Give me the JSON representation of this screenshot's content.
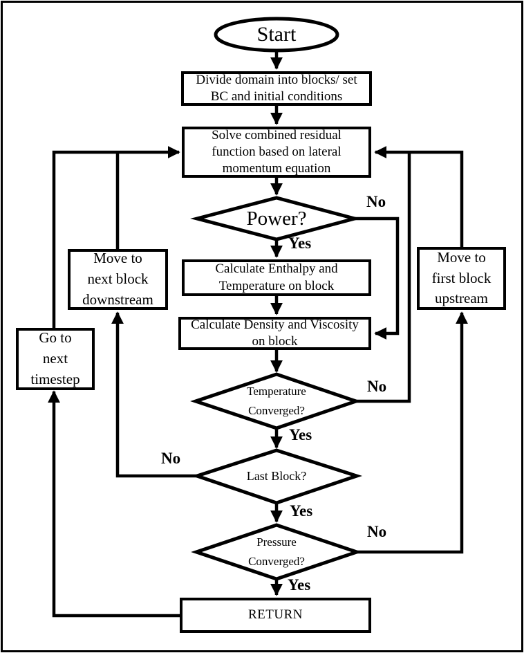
{
  "nodes": {
    "start": "Start",
    "divide": "Divide domain into blocks/ set\nBC and initial conditions",
    "solve": "Solve combined residual\nfunction based on lateral\nmomentum equation",
    "power": "Power?",
    "enthalpy": "Calculate Enthalpy and\nTemperature on block",
    "density": "Calculate Density and Viscosity\non block",
    "temp_converged": "Temperature\nConverged?",
    "last_block": "Last Block?",
    "pressure_converged": "Pressure\nConverged?",
    "return": "RETURN",
    "move_downstream": "Move to\nnext block\ndownstream",
    "next_timestep": "Go to\nnext\ntimestep",
    "move_upstream": "Move to\nfirst block\nupstream"
  },
  "edge_labels": {
    "power_no": "No",
    "power_yes": "Yes",
    "temp_no": "No",
    "temp_yes": "Yes",
    "last_no": "No",
    "last_yes": "Yes",
    "pressure_no": "No",
    "pressure_yes": "Yes"
  },
  "colors": {
    "stroke": "#000000",
    "background": "#ffffff"
  }
}
